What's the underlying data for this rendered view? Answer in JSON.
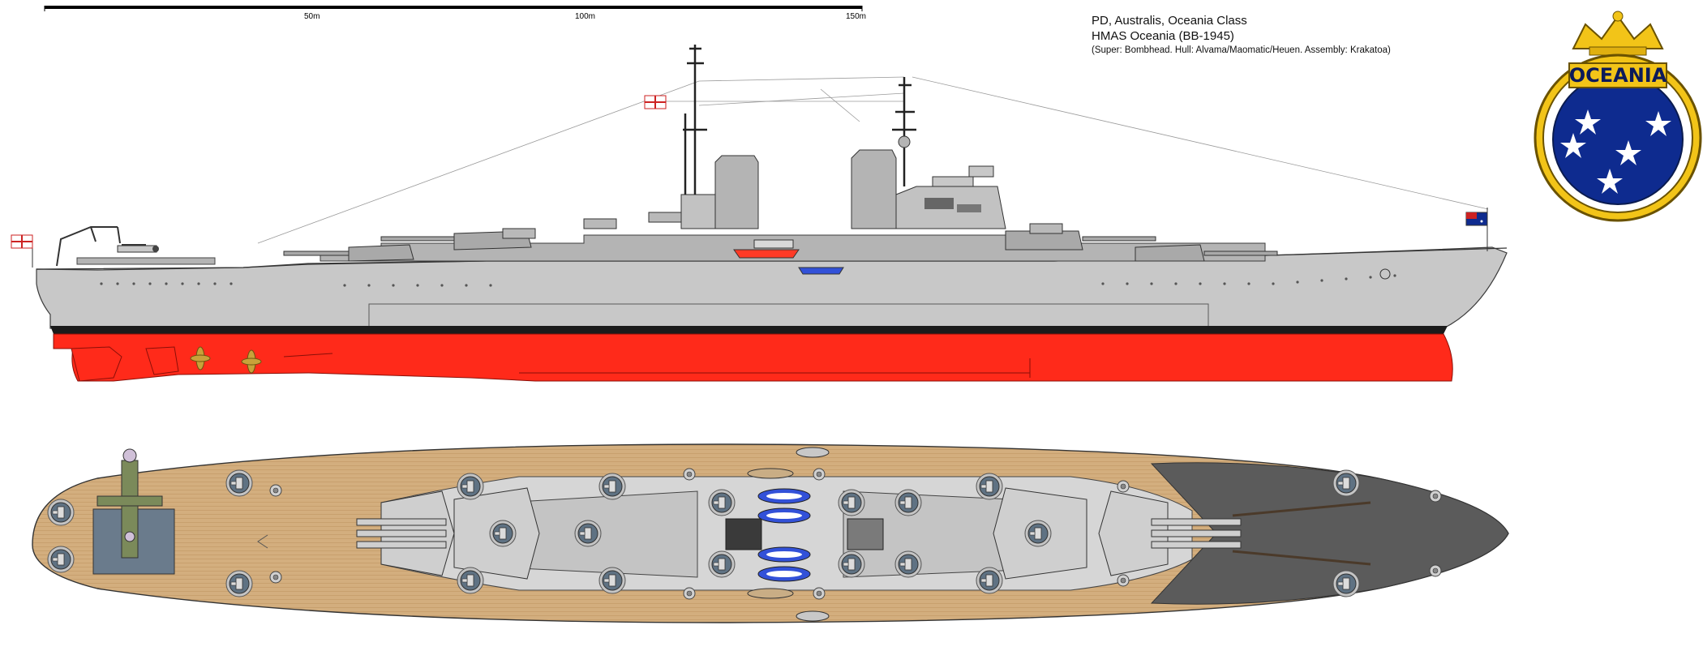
{
  "scale": {
    "labels": [
      "50m",
      "100m",
      "150m"
    ]
  },
  "title": {
    "line1": "PD, Australis, Oceania Class",
    "line2": "HMAS Oceania (BB-1945)",
    "line3": "(Super: Bombhead. Hull: Alvama/Maomatic/Heuen. Assembly: Krakatoa)"
  },
  "crest": {
    "name": "OCEANIA",
    "stars": 5
  },
  "colors": {
    "hull_gray": "#c8c8c8",
    "superstructure_gray": "#b4b4b4",
    "antifouling_red": "#ff2a1a",
    "boot_top_black": "#1b1b1b",
    "deck_wood": "#d3ae7e",
    "turret_dark": "#5f7283",
    "crest_gold": "#f2c418",
    "crest_blue": "#0e2b8f",
    "boat_blue": "#3251d8",
    "slate_plane_deck": "#6a7b8c"
  },
  "icons": [
    "scale-bar-icon",
    "crest-icon",
    "star-icon",
    "ensign-flag-icon",
    "propeller-icon",
    "rudder-icon",
    "aircraft-icon",
    "crane-icon",
    "boat-icon"
  ]
}
